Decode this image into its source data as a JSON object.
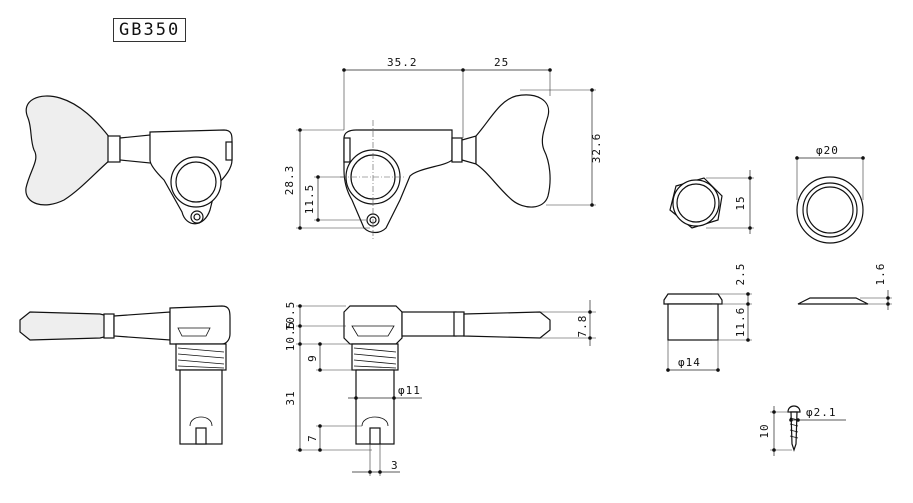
{
  "model": "GB350",
  "dimensions": {
    "top_width_left": "35.2",
    "top_width_right": "25",
    "height_total": "32.6",
    "height_post": "28.3",
    "height_hole": "11.5",
    "side_upper": "10.5",
    "side_lower": "10.5",
    "side_thread": "9",
    "side_shaft": "31",
    "side_slot": "7",
    "shaft_dia": "φ11",
    "slot_width": "3",
    "button_thickness": "7.8",
    "nut_width": "15",
    "washer_dia": "φ20",
    "bushing_head": "2.5",
    "bushing_body": "11.6",
    "bushing_dia": "φ14",
    "washer_thickness": "1.6",
    "screw_length": "10",
    "screw_dia": "φ2.1"
  }
}
